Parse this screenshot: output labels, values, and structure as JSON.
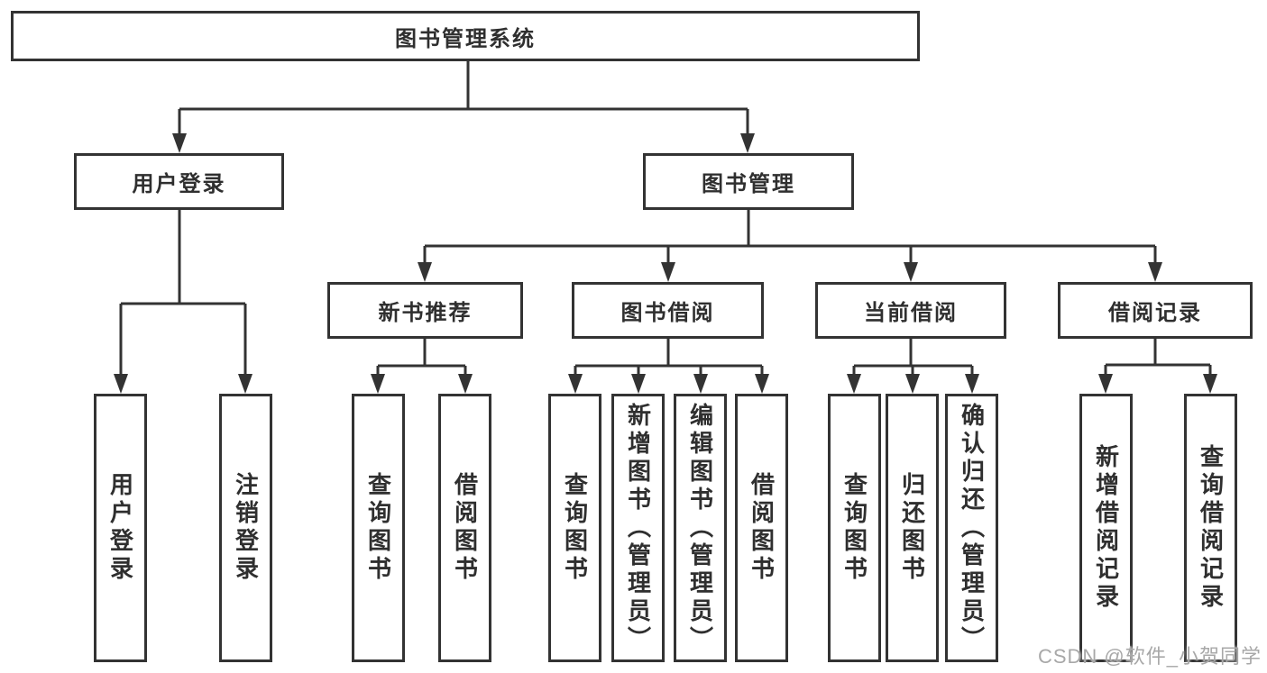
{
  "diagram": {
    "root": {
      "label": "图书管理系统"
    },
    "level2": {
      "user_login": {
        "label": "用户登录"
      },
      "book_management": {
        "label": "图书管理"
      }
    },
    "level3": {
      "new_books": {
        "label": "新书推荐"
      },
      "book_borrowing": {
        "label": "图书借阅"
      },
      "current_borrowing": {
        "label": "当前借阅"
      },
      "borrowing_records": {
        "label": "借阅记录"
      }
    },
    "leaves": {
      "user_login": [
        "用户登录",
        "注销登录"
      ],
      "new_books": [
        "查询图书",
        "借阅图书"
      ],
      "book_borrowing": [
        "查询图书",
        "新增图书（管理员）",
        "编辑图书（管理员）",
        "借阅图书"
      ],
      "current_borrowing": [
        "查询图书",
        "归还图书",
        "确认归还（管理员）"
      ],
      "borrowing_records": [
        "新增借阅记录",
        "查询借阅记录"
      ]
    }
  },
  "watermark": "CSDN @软件_小贺同学",
  "colors": {
    "line": "#333333",
    "text": "#2f2f2f",
    "watermark": "#a8a8a8",
    "background": "#ffffff"
  }
}
